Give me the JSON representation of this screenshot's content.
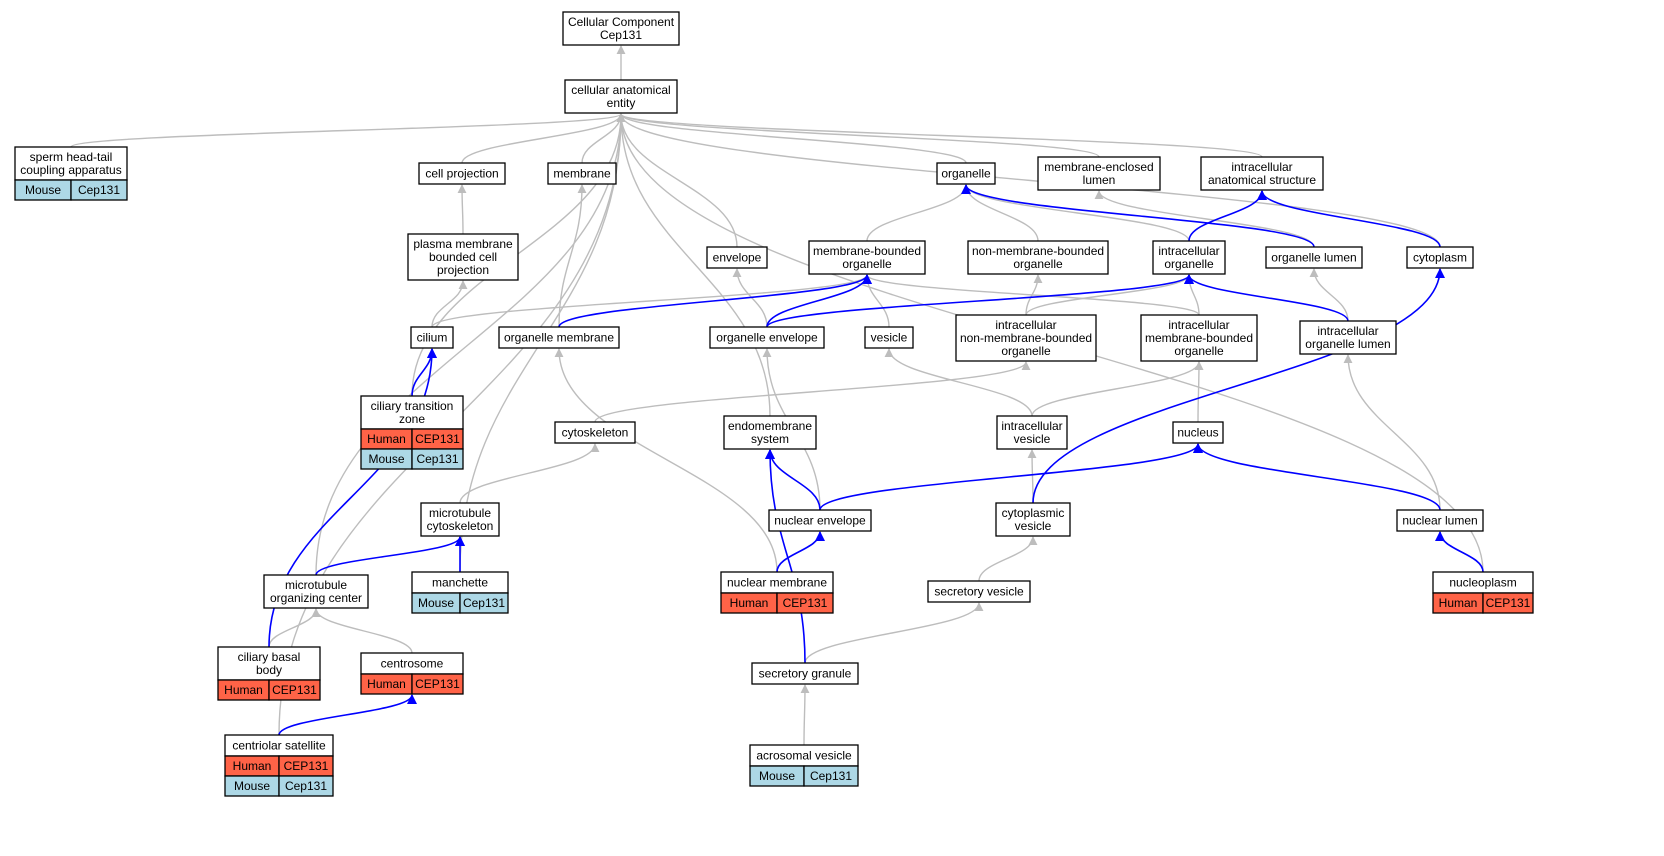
{
  "colors": {
    "human": "#ff6347",
    "mouse": "#add8e6",
    "edge_default": "#bdbdbd",
    "edge_highlight": "#0000ff"
  },
  "nodes": {
    "root": {
      "lines": [
        "Cellular Component",
        "Cep131"
      ]
    },
    "cae": {
      "lines": [
        "cellular anatomical",
        "entity"
      ]
    },
    "sperm": {
      "lines": [
        "sperm head-tail",
        "coupling apparatus"
      ],
      "rows": [
        {
          "species": "Mouse",
          "gene": "Cep131"
        }
      ]
    },
    "cellproj": {
      "lines": [
        "cell projection"
      ]
    },
    "membrane": {
      "lines": [
        "membrane"
      ]
    },
    "organelle": {
      "lines": [
        "organelle"
      ]
    },
    "mel": {
      "lines": [
        "membrane-enclosed",
        "lumen"
      ]
    },
    "ias": {
      "lines": [
        "intracellular",
        "anatomical structure"
      ]
    },
    "pmbcp": {
      "lines": [
        "plasma membrane",
        "bounded cell",
        "projection"
      ]
    },
    "envelope": {
      "lines": [
        "envelope"
      ]
    },
    "mbo": {
      "lines": [
        "membrane-bounded",
        "organelle"
      ]
    },
    "nmbo": {
      "lines": [
        "non-membrane-bounded",
        "organelle"
      ]
    },
    "io": {
      "lines": [
        "intracellular",
        "organelle"
      ]
    },
    "olumen": {
      "lines": [
        "organelle lumen"
      ]
    },
    "cytoplasm": {
      "lines": [
        "cytoplasm"
      ]
    },
    "cilium": {
      "lines": [
        "cilium"
      ]
    },
    "omem": {
      "lines": [
        "organelle membrane"
      ]
    },
    "oenv": {
      "lines": [
        "organelle envelope"
      ]
    },
    "vesicle": {
      "lines": [
        "vesicle"
      ]
    },
    "inmbo": {
      "lines": [
        "intracellular",
        "non-membrane-bounded",
        "organelle"
      ]
    },
    "imbo": {
      "lines": [
        "intracellular",
        "membrane-bounded",
        "organelle"
      ]
    },
    "iol": {
      "lines": [
        "intracellular",
        "organelle lumen"
      ]
    },
    "ctz": {
      "lines": [
        "ciliary transition",
        "zone"
      ],
      "rows": [
        {
          "species": "Human",
          "gene": "CEP131"
        },
        {
          "species": "Mouse",
          "gene": "Cep131"
        }
      ]
    },
    "cytoskel": {
      "lines": [
        "cytoskeleton"
      ]
    },
    "endo": {
      "lines": [
        "endomembrane",
        "system"
      ]
    },
    "ivesicle": {
      "lines": [
        "intracellular",
        "vesicle"
      ]
    },
    "nucleus": {
      "lines": [
        "nucleus"
      ]
    },
    "mtcyto": {
      "lines": [
        "microtubule",
        "cytoskeleton"
      ]
    },
    "nenv": {
      "lines": [
        "nuclear envelope"
      ]
    },
    "cytovesicle": {
      "lines": [
        "cytoplasmic",
        "vesicle"
      ]
    },
    "nlumen": {
      "lines": [
        "nuclear lumen"
      ]
    },
    "mtoc": {
      "lines": [
        "microtubule",
        "organizing center"
      ]
    },
    "manchette": {
      "lines": [
        "manchette"
      ],
      "rows": [
        {
          "species": "Mouse",
          "gene": "Cep131"
        }
      ]
    },
    "nmem": {
      "lines": [
        "nuclear membrane"
      ],
      "rows": [
        {
          "species": "Human",
          "gene": "CEP131"
        }
      ]
    },
    "secves": {
      "lines": [
        "secretory vesicle"
      ]
    },
    "nucleoplasm": {
      "lines": [
        "nucleoplasm"
      ],
      "rows": [
        {
          "species": "Human",
          "gene": "CEP131"
        }
      ]
    },
    "cbb": {
      "lines": [
        "ciliary basal",
        "body"
      ],
      "rows": [
        {
          "species": "Human",
          "gene": "CEP131"
        }
      ]
    },
    "centrosome": {
      "lines": [
        "centrosome"
      ],
      "rows": [
        {
          "species": "Human",
          "gene": "CEP131"
        }
      ]
    },
    "secgran": {
      "lines": [
        "secretory granule"
      ]
    },
    "csat": {
      "lines": [
        "centriolar satellite"
      ],
      "rows": [
        {
          "species": "Human",
          "gene": "CEP131"
        },
        {
          "species": "Mouse",
          "gene": "Cep131"
        }
      ]
    },
    "acrosomal": {
      "lines": [
        "acrosomal vesicle"
      ],
      "rows": [
        {
          "species": "Mouse",
          "gene": "Cep131"
        }
      ]
    }
  },
  "edges": [
    {
      "from": "cae",
      "to": "root",
      "style": "gray"
    },
    {
      "from": "sperm",
      "to": "cae",
      "style": "gray"
    },
    {
      "from": "cellproj",
      "to": "cae",
      "style": "gray"
    },
    {
      "from": "membrane",
      "to": "cae",
      "style": "gray"
    },
    {
      "from": "organelle",
      "to": "cae",
      "style": "gray"
    },
    {
      "from": "mel",
      "to": "cae",
      "style": "gray"
    },
    {
      "from": "ias",
      "to": "cae",
      "style": "gray"
    },
    {
      "from": "cytoplasm",
      "to": "cae",
      "style": "gray"
    },
    {
      "from": "envelope",
      "to": "cae",
      "style": "gray"
    },
    {
      "from": "endo",
      "to": "cae",
      "style": "gray"
    },
    {
      "from": "ctz",
      "to": "cae",
      "style": "gray"
    },
    {
      "from": "manchette",
      "to": "cae",
      "style": "gray"
    },
    {
      "from": "mtoc",
      "to": "cae",
      "style": "gray"
    },
    {
      "from": "csat",
      "to": "cae",
      "style": "gray"
    },
    {
      "from": "nucleoplasm",
      "to": "cae",
      "style": "gray"
    },
    {
      "from": "pmbcp",
      "to": "cellproj",
      "style": "gray"
    },
    {
      "from": "cilium",
      "to": "pmbcp",
      "style": "gray"
    },
    {
      "from": "omem",
      "to": "membrane",
      "style": "gray"
    },
    {
      "from": "mbo",
      "to": "organelle",
      "style": "gray"
    },
    {
      "from": "nmbo",
      "to": "organelle",
      "style": "gray"
    },
    {
      "from": "io",
      "to": "organelle",
      "style": "gray"
    },
    {
      "from": "olumen",
      "to": "mel",
      "style": "gray"
    },
    {
      "from": "oenv",
      "to": "envelope",
      "style": "gray"
    },
    {
      "from": "cilium",
      "to": "mbo",
      "style": "gray"
    },
    {
      "from": "vesicle",
      "to": "mbo",
      "style": "gray"
    },
    {
      "from": "imbo",
      "to": "mbo",
      "style": "gray"
    },
    {
      "from": "inmbo",
      "to": "nmbo",
      "style": "gray"
    },
    {
      "from": "inmbo",
      "to": "io",
      "style": "gray"
    },
    {
      "from": "imbo",
      "to": "io",
      "style": "gray"
    },
    {
      "from": "iol",
      "to": "olumen",
      "style": "gray"
    },
    {
      "from": "cytoskel",
      "to": "inmbo",
      "style": "gray"
    },
    {
      "from": "ivesicle",
      "to": "vesicle",
      "style": "gray"
    },
    {
      "from": "ivesicle",
      "to": "imbo",
      "style": "gray"
    },
    {
      "from": "nucleus",
      "to": "imbo",
      "style": "gray"
    },
    {
      "from": "nmem",
      "to": "omem",
      "style": "gray"
    },
    {
      "from": "nenv",
      "to": "oenv",
      "style": "gray"
    },
    {
      "from": "mtcyto",
      "to": "cytoskel",
      "style": "gray"
    },
    {
      "from": "cytovesicle",
      "to": "ivesicle",
      "style": "gray"
    },
    {
      "from": "nlumen",
      "to": "iol",
      "style": "gray"
    },
    {
      "from": "cbb",
      "to": "mtoc",
      "style": "gray"
    },
    {
      "from": "centrosome",
      "to": "mtoc",
      "style": "gray"
    },
    {
      "from": "secves",
      "to": "cytovesicle",
      "style": "gray"
    },
    {
      "from": "secgran",
      "to": "secves",
      "style": "gray"
    },
    {
      "from": "acrosomal",
      "to": "secgran",
      "style": "gray"
    },
    {
      "from": "io",
      "to": "ias",
      "style": "blue"
    },
    {
      "from": "cytoplasm",
      "to": "ias",
      "style": "blue"
    },
    {
      "from": "olumen",
      "to": "organelle",
      "style": "blue"
    },
    {
      "from": "omem",
      "to": "mbo",
      "style": "blue"
    },
    {
      "from": "oenv",
      "to": "mbo",
      "style": "blue"
    },
    {
      "from": "oenv",
      "to": "io",
      "style": "blue"
    },
    {
      "from": "iol",
      "to": "io",
      "style": "blue"
    },
    {
      "from": "ctz",
      "to": "cilium",
      "style": "blue"
    },
    {
      "from": "cbb",
      "to": "cilium",
      "style": "blue"
    },
    {
      "from": "nenv",
      "to": "endo",
      "style": "blue"
    },
    {
      "from": "secgran",
      "to": "endo",
      "style": "blue"
    },
    {
      "from": "nenv",
      "to": "nucleus",
      "style": "blue"
    },
    {
      "from": "nlumen",
      "to": "nucleus",
      "style": "blue"
    },
    {
      "from": "cytovesicle",
      "to": "cytoplasm",
      "style": "blue"
    },
    {
      "from": "mtoc",
      "to": "mtcyto",
      "style": "blue"
    },
    {
      "from": "manchette",
      "to": "mtcyto",
      "style": "blue"
    },
    {
      "from": "nmem",
      "to": "nenv",
      "style": "blue"
    },
    {
      "from": "nucleoplasm",
      "to": "nlumen",
      "style": "blue"
    },
    {
      "from": "csat",
      "to": "centrosome",
      "style": "blue"
    }
  ]
}
